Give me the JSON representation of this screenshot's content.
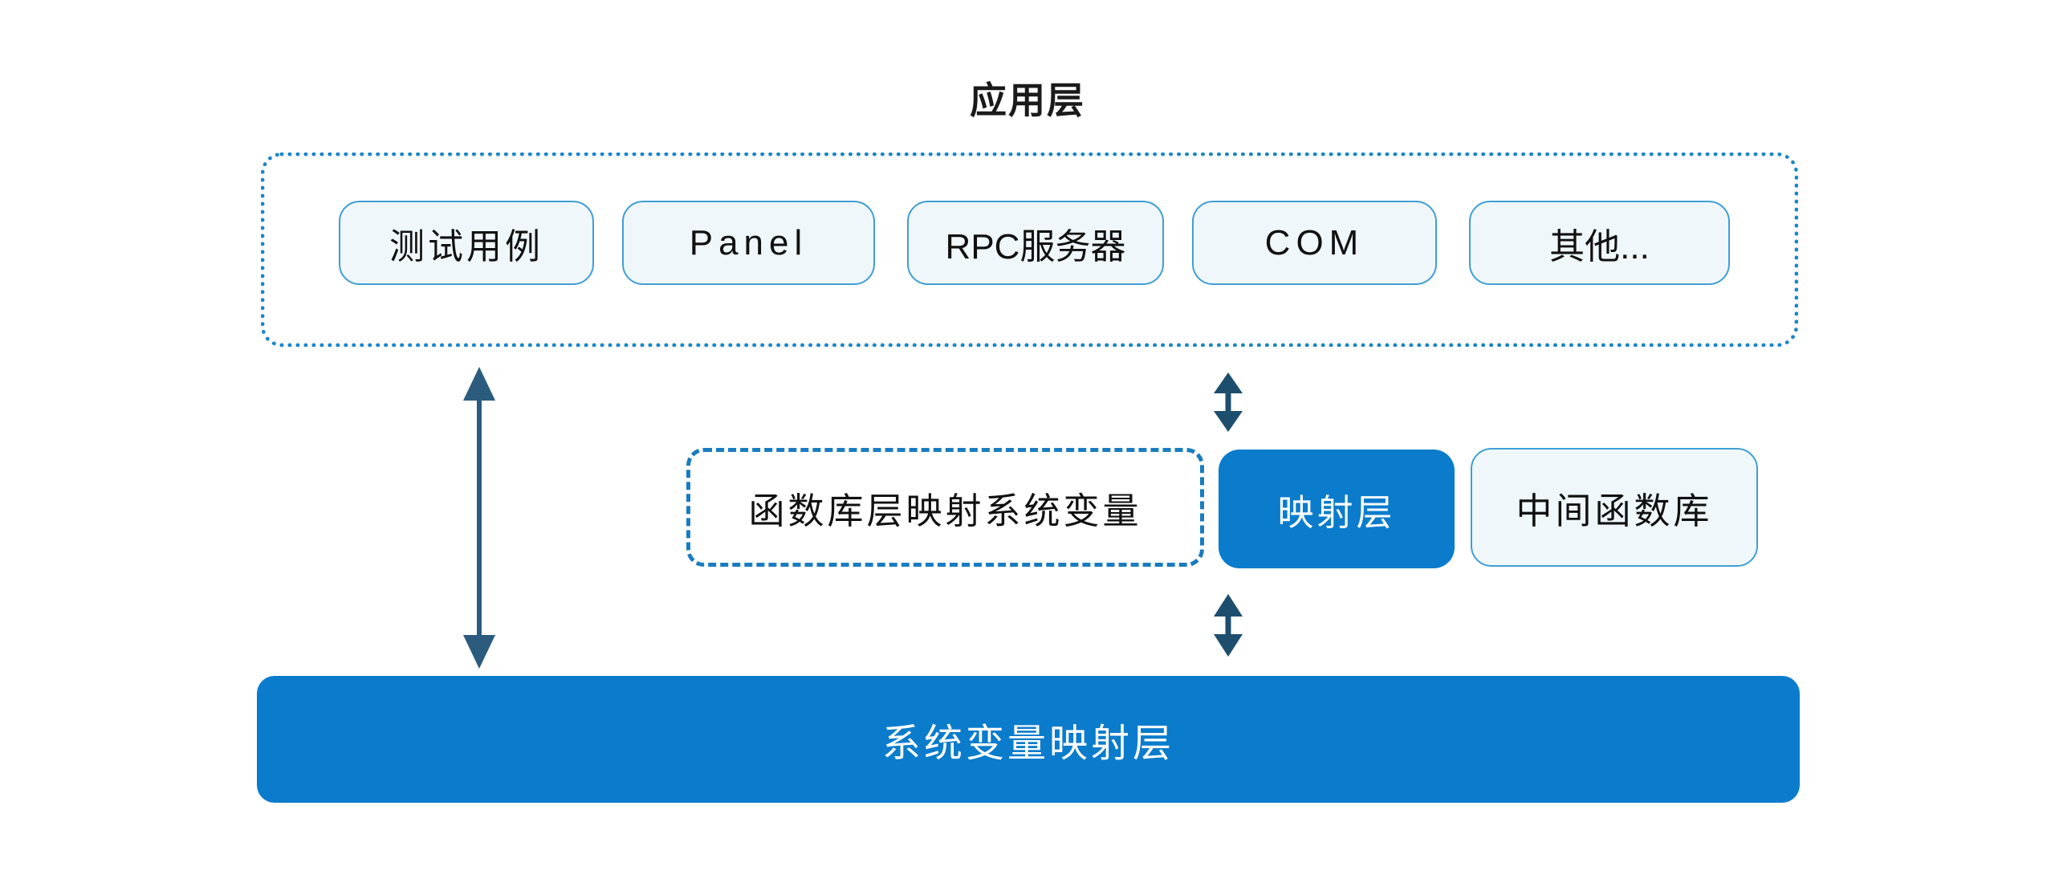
{
  "diagram": {
    "title": "应用层",
    "type": "layered-architecture"
  },
  "application_layer": {
    "container_label": "应用层",
    "boxes": [
      {
        "label": "测试用例",
        "style": "light"
      },
      {
        "label": "Panel",
        "style": "light"
      },
      {
        "label": "RPC服务器",
        "style": "light"
      },
      {
        "label": "COM",
        "style": "light"
      },
      {
        "label": "其他...",
        "style": "light"
      }
    ]
  },
  "middle_layer": {
    "boxes": [
      {
        "label": "函数库层映射系统变量",
        "style": "dashed"
      },
      {
        "label": "映射层",
        "style": "solid"
      },
      {
        "label": "中间函数库",
        "style": "light"
      }
    ]
  },
  "bottom_layer": {
    "label": "系统变量映射层",
    "style": "solid"
  },
  "arrows": [
    {
      "name": "app-to-sysvar",
      "direction": "bidirectional",
      "from": "应用层",
      "to": "系统变量映射层"
    },
    {
      "name": "app-to-map",
      "direction": "bidirectional",
      "from": "应用层",
      "to": "映射层"
    },
    {
      "name": "map-to-sysvar",
      "direction": "bidirectional",
      "from": "映射层",
      "to": "系统变量映射层"
    }
  ],
  "colors": {
    "brand_blue": "#0b7ccc",
    "dotted_border": "#1a86c8",
    "dashed_border": "#1a7cc0",
    "light_fill": "#f0f7fb",
    "light_border": "#3f9fd4",
    "arrow_long": "#2b5c7e",
    "arrow_short": "#1d4e6e",
    "text_dark": "#111111",
    "text_light": "#ffffff",
    "background": "#ffffff"
  }
}
